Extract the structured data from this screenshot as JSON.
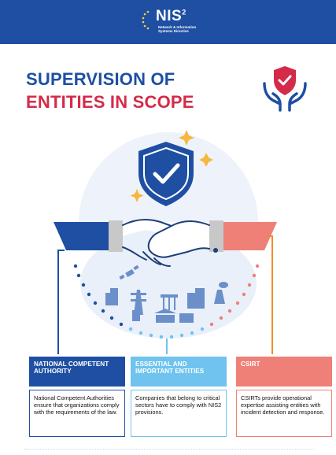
{
  "header": {
    "logo_text": "NIS",
    "logo_superscript": "2",
    "logo_subtitle": "Network & Information Systems Directive"
  },
  "title": {
    "line1": "SUPERVISION OF",
    "line2": "ENTITIES IN SCOPE"
  },
  "colors": {
    "primary_blue": "#1e4fa3",
    "accent_red": "#d42b4a",
    "light_blue": "#6fc3ee",
    "salmon": "#ef8077",
    "gold": "#f6b73c"
  },
  "icons": [
    "hands-shield-icon",
    "shield-check-icon",
    "handshake-icon",
    "sparkle-icon",
    "satellite-icon",
    "factory-icon",
    "hospital-icon",
    "power-plant-icon",
    "airport-icon",
    "bank-icon"
  ],
  "cards": [
    {
      "heading": "NATIONAL COMPETENT AUTHORITY",
      "body": "National Competent Authorities ensure that organizations comply with the requirements of the law."
    },
    {
      "heading": "ESSENTIAL AND IMPORTANT ENTITIES",
      "body": "Companies that belong to critical sectors have to comply with NIS2 provisions."
    },
    {
      "heading": "CSIRT",
      "body": "CSIRTs provide operational expertise assisting entities with incident detection and response."
    }
  ]
}
